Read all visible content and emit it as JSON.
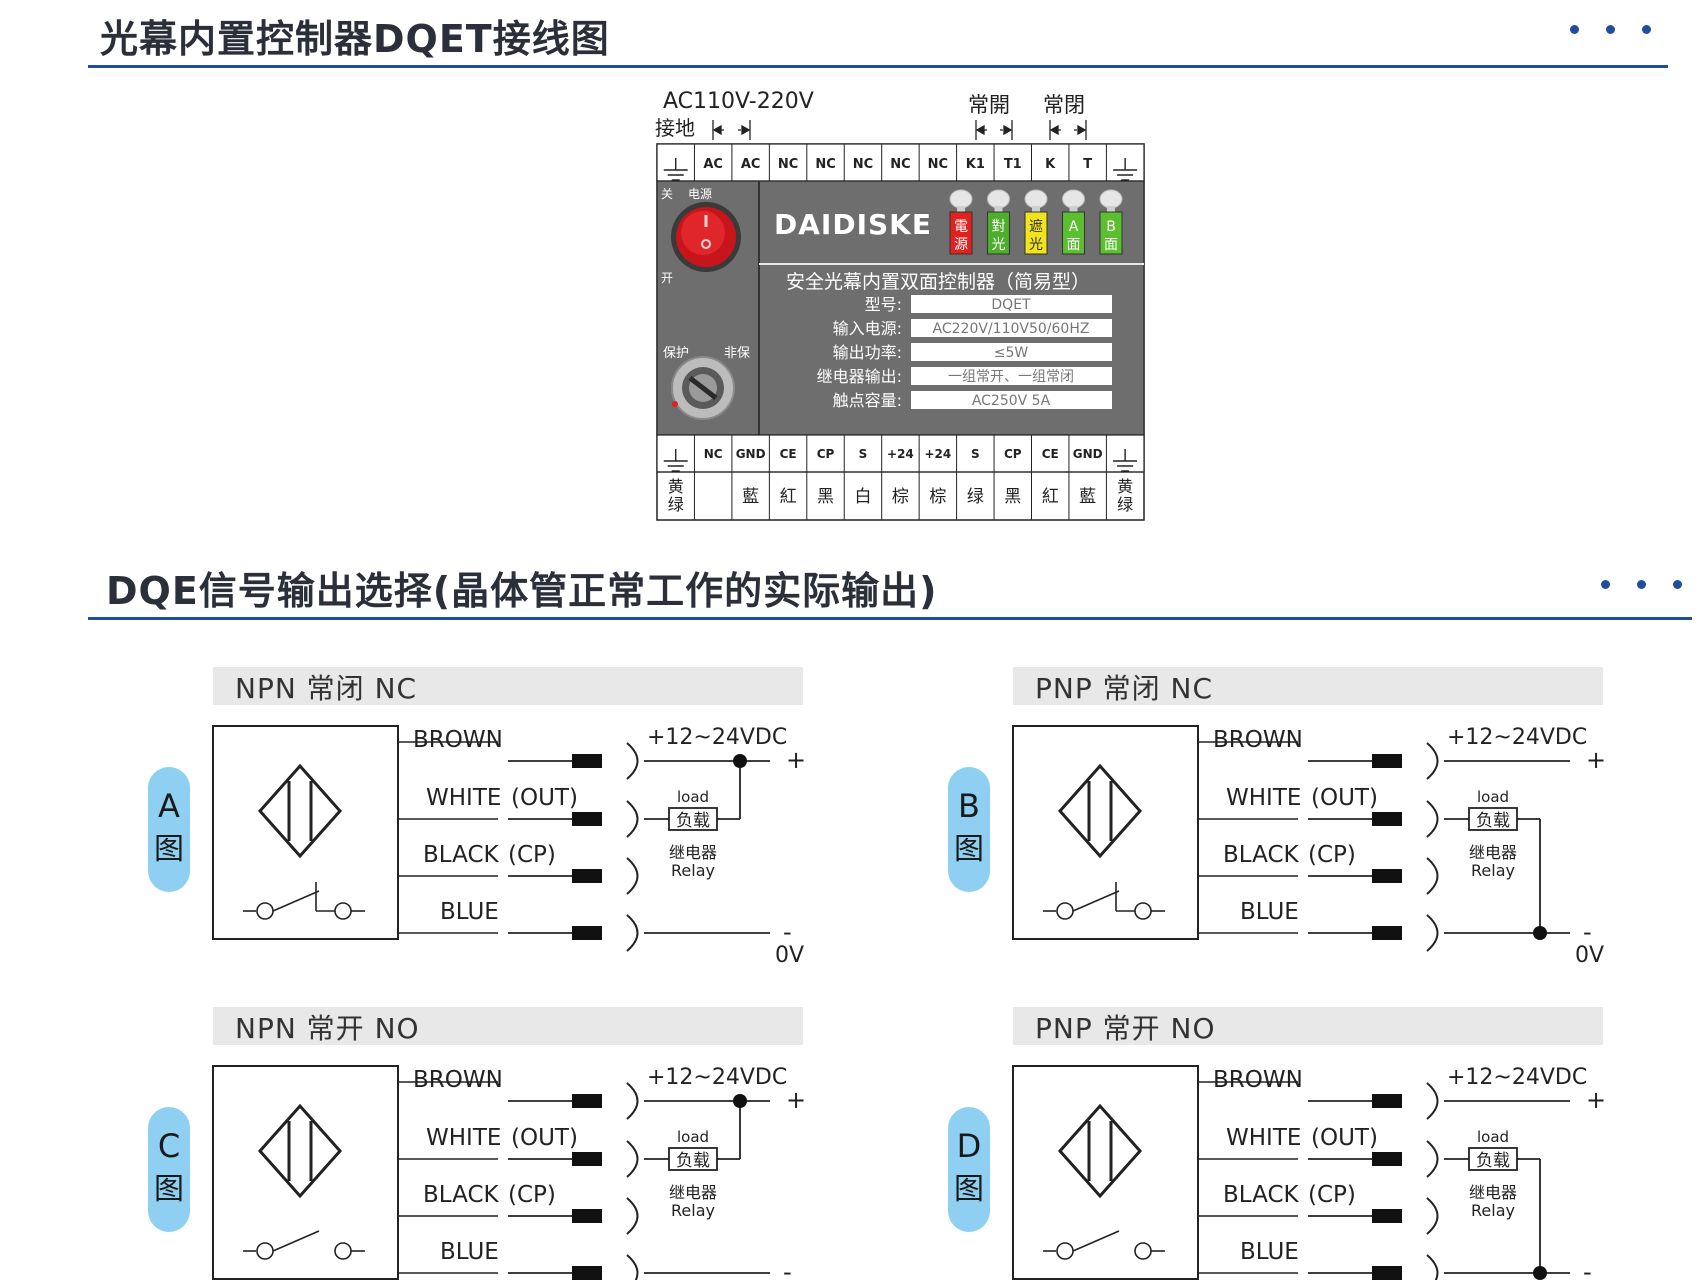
{
  "sections": {
    "top_title": "光幕内置控制器DQET接线图",
    "bottom_title": "DQE信号输出选择(晶体管正常工作的实际输出)"
  },
  "controller": {
    "supply_label": "AC110V-220V",
    "ground_label": "接地",
    "no_label": "常開",
    "nc_label": "常閉",
    "top_terminals": [
      "AC",
      "AC",
      "NC",
      "NC",
      "NC",
      "NC",
      "NC",
      "K1",
      "T1",
      "K",
      "T"
    ],
    "bottom_terminals": [
      "NC",
      "GND",
      "CE",
      "CP",
      "S",
      "+24",
      "+24",
      "S",
      "CP",
      "CE",
      "GND"
    ],
    "bottom_wires": [
      "黄\n绿",
      "",
      "藍",
      "紅",
      "黑",
      "白",
      "棕",
      "棕",
      "绿",
      "黑",
      "紅",
      "藍",
      "黄\n绿"
    ],
    "wire_top": [
      "黄",
      "",
      "藍",
      "紅",
      "黑",
      "白",
      "棕",
      "棕",
      "绿",
      "黑",
      "紅",
      "藍",
      "黄"
    ],
    "wire_bottom": [
      "绿",
      "",
      "",
      "",
      "",
      "",
      "",
      "",
      "",
      "",
      "",
      "",
      "绿"
    ],
    "switch_off": "关",
    "power_label": "电源",
    "switch_on": "开",
    "protect_label": "保护",
    "non_protect_label": "非保",
    "brand": "DAIDISKE",
    "lamps": [
      {
        "top": "電",
        "bottom": "源",
        "color": "#e0231f"
      },
      {
        "top": "對",
        "bottom": "光",
        "color": "#4caf2a"
      },
      {
        "top": "遮",
        "bottom": "光",
        "color": "#f2e41c"
      },
      {
        "top": "A",
        "bottom": "面",
        "color": "#5cbf2f"
      },
      {
        "top": "B",
        "bottom": "面",
        "color": "#5cbf2f"
      }
    ],
    "product_title": "安全光幕内置双面控制器（简易型）",
    "specs": [
      {
        "label": "型号:",
        "value": "DQET"
      },
      {
        "label": "输入电源:",
        "value": "AC220V/110V50/60HZ"
      },
      {
        "label": "输出功率:",
        "value": "≤5W"
      },
      {
        "label": "继电器输出:",
        "value": "一组常开、一组常闭"
      },
      {
        "label": "触点容量:",
        "value": "AC250V  5A"
      }
    ]
  },
  "panels": [
    {
      "title": "NPN 常闭 NC",
      "tag_letter": "A",
      "tag_char": "图",
      "type": "npn",
      "switch": "nc",
      "show_0v": true
    },
    {
      "title": "PNP 常闭 NC",
      "tag_letter": "B",
      "tag_char": "图",
      "type": "pnp",
      "switch": "nc",
      "show_0v": true
    },
    {
      "title": "NPN 常开 NO",
      "tag_letter": "C",
      "tag_char": "图",
      "type": "npn",
      "switch": "no",
      "show_0v": false
    },
    {
      "title": "PNP 常开 NO",
      "tag_letter": "D",
      "tag_char": "图",
      "type": "pnp",
      "switch": "no",
      "show_0v": false
    }
  ],
  "panel_labels": {
    "brown": "BROWN",
    "white": "WHITE",
    "out": "(OUT)",
    "black": "BLACK",
    "cp": "(CP)",
    "blue": "BLUE",
    "supply": "+12~24VDC",
    "plus": "+",
    "minus": "-",
    "zero": "0V",
    "load": "load",
    "load_cn": "负载",
    "relay_cn": "继电器",
    "relay": "Relay"
  },
  "colors": {
    "accent": "#1e4e9c",
    "tag": "#8fd0f2",
    "panel_header": "#e8e8e8",
    "device": "#6e6e6e"
  }
}
